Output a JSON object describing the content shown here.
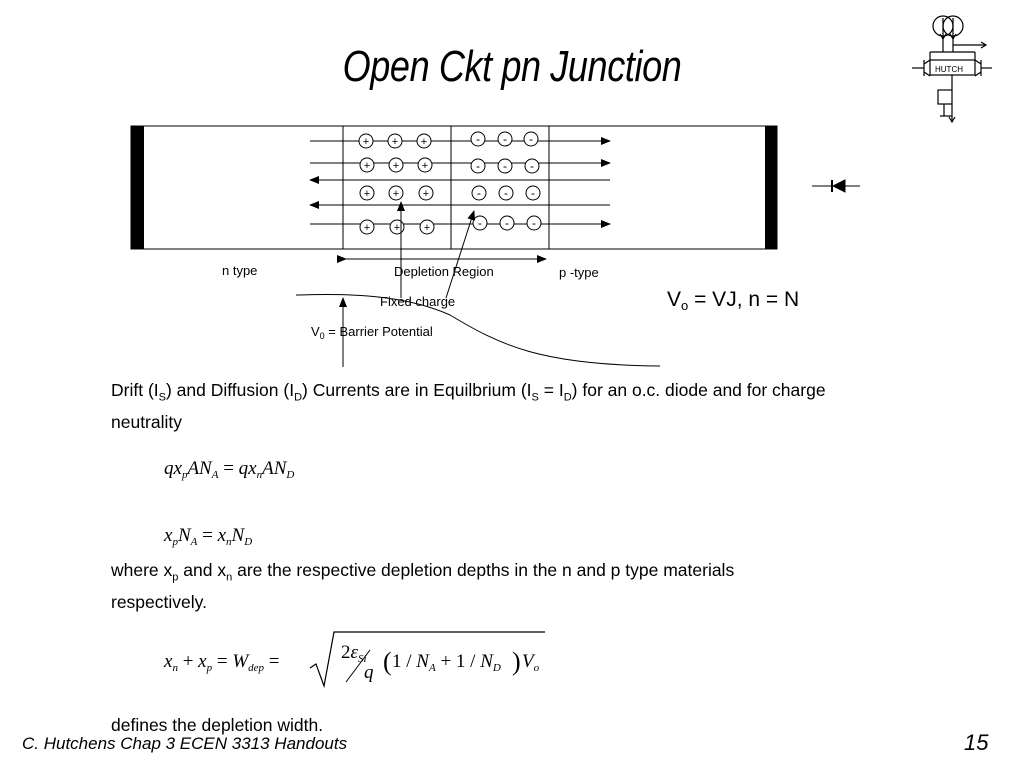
{
  "title": "Open Ckt pn Junction",
  "logo_text": "HUTCH",
  "diagram": {
    "n_label": "n type",
    "depletion_label": "Depletion Region",
    "p_label": "p -type",
    "fixed_charge_label": "Fixed charge",
    "barrier_v": "V",
    "barrier_sub": "0",
    "barrier_text": " = Barrier Potential",
    "plus": "+",
    "minus": "-"
  },
  "vo_eq": {
    "v": "V",
    "sub": "o",
    "rest": " = VJ, n = N"
  },
  "text1": {
    "a": "Drift (I",
    "s1": "S",
    "b": ") and Diffusion (I",
    "s2": "D",
    "c": ") Currents are in Equilbrium (I",
    "s3": "S",
    "d": " = I",
    "s4": "D",
    "e": ")  for an o.c. diode and for charge neutrality"
  },
  "text2": {
    "a": "where x",
    "s1": "p",
    "b": " and x",
    "s2": "n",
    "c": " are the respective depletion depths in the n and p type materials respectively."
  },
  "text3": "defines the depletion width.",
  "footer": "C. Hutchens Chap 3 ECEN 3313 Handouts",
  "page_number": "15"
}
